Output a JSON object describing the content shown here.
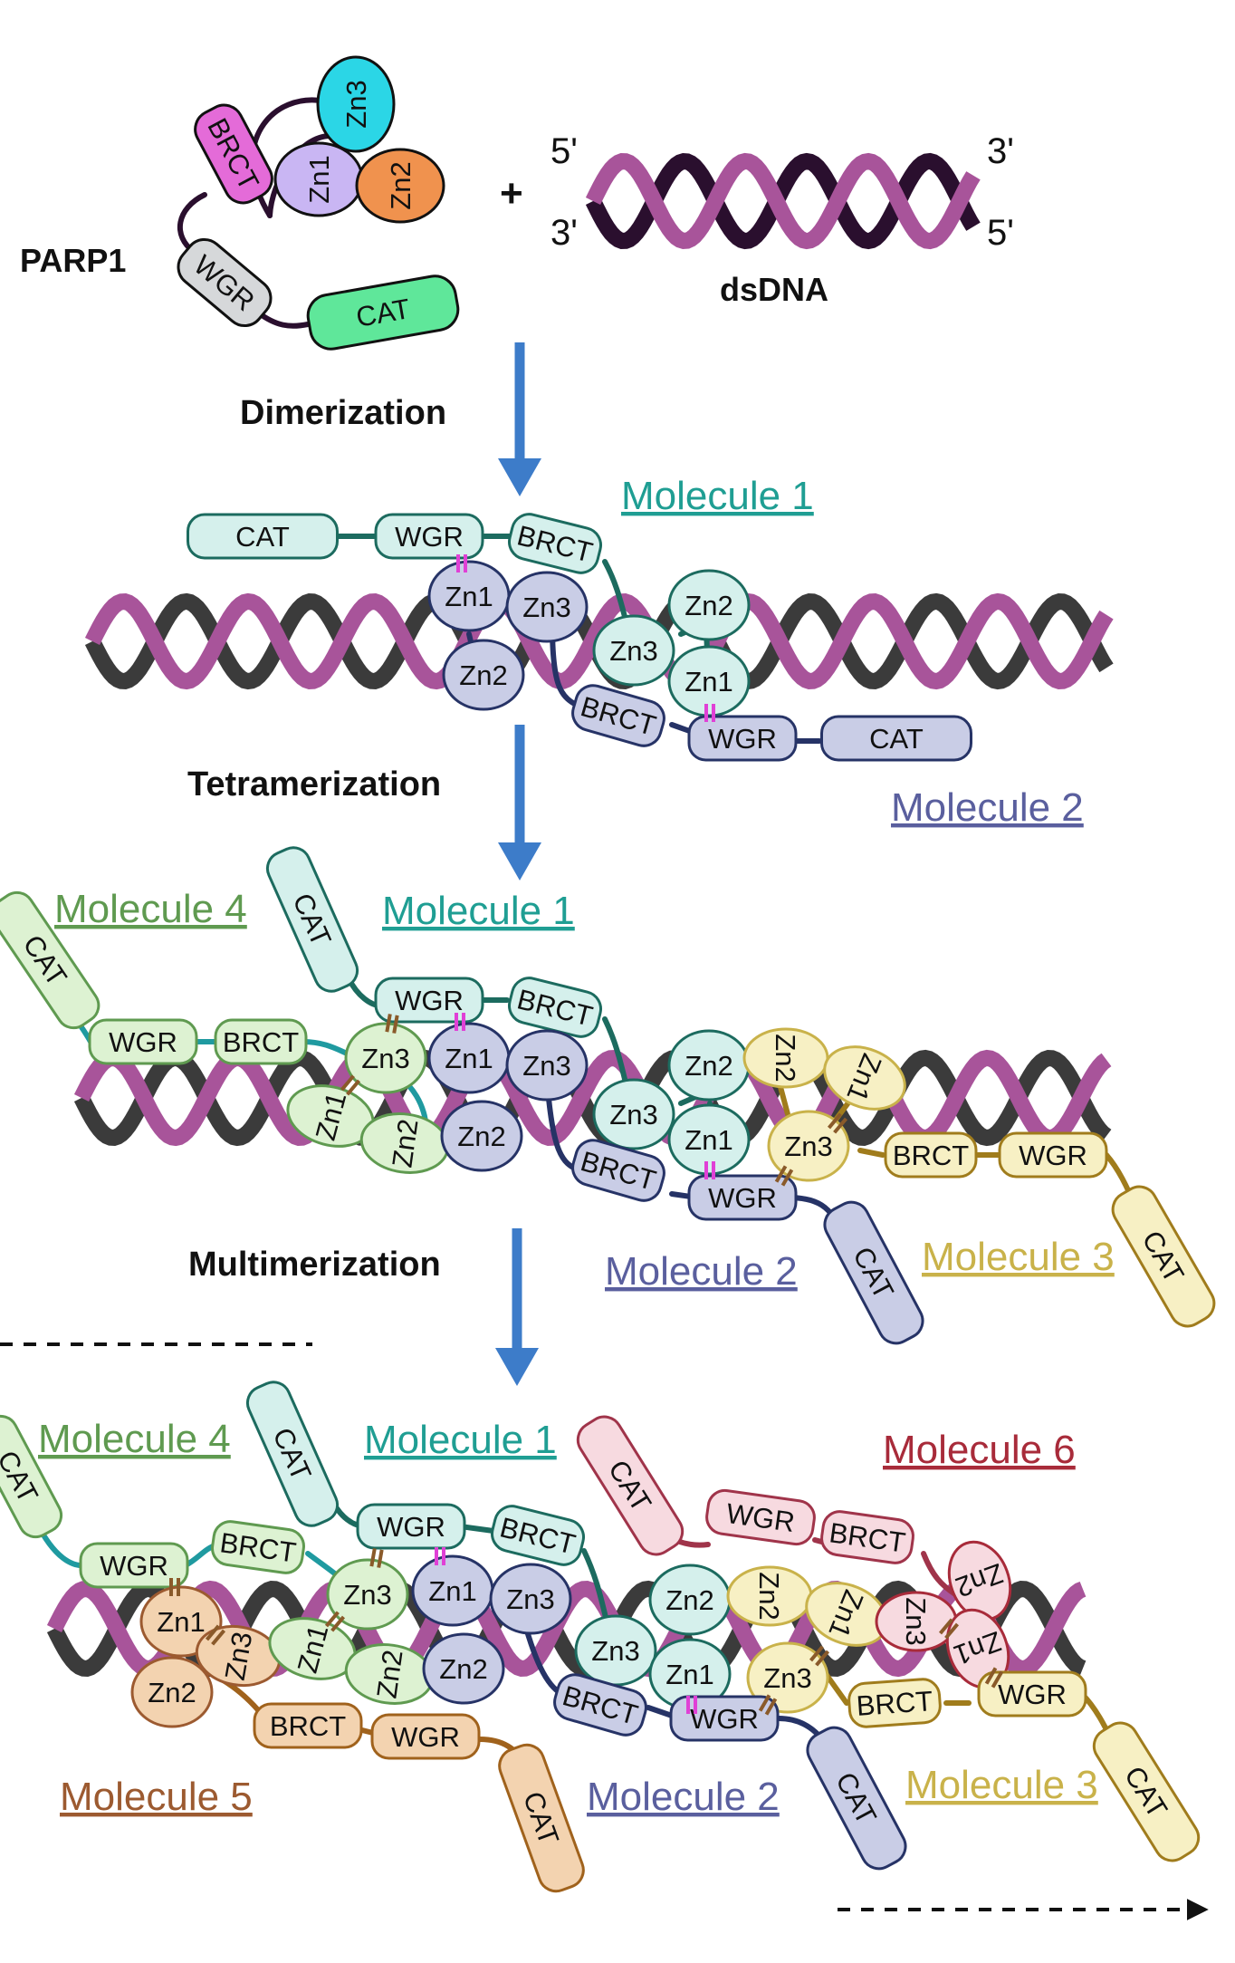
{
  "labels": {
    "parp1": "PARP1",
    "dsdna": "dsDNA",
    "plus": "+",
    "five_prime": "5'",
    "three_prime": "3'",
    "dimerization": "Dimerization",
    "tetramerization": "Tetramerization",
    "multimerization": "Multimerization"
  },
  "molecules": {
    "m1": "Molecule 1",
    "m2": "Molecule 2",
    "m3": "Molecule 3",
    "m4": "Molecule 4",
    "m5": "Molecule 5",
    "m6": "Molecule 6"
  },
  "domains": {
    "zn1": "Zn1",
    "zn2": "Zn2",
    "zn3": "Zn3",
    "brct": "BRCT",
    "wgr": "WGR",
    "cat": "CAT"
  },
  "colors": {
    "dna_magenta": "#a8549a",
    "dna_dark": "#2a0f2e",
    "dna_gray": "#3b3b3b",
    "arrow": "#3d7cc9",
    "m1": "#1f9e93",
    "m1_fill": "#d5f0ec",
    "m1_link": "#1c6b5f",
    "m2": "#5a5f9e",
    "m2_fill": "#c9cde6",
    "m2_link": "#263366",
    "m3": "#c9b24a",
    "m3_fill": "#f7f0c4",
    "m3_link": "#a07c1c",
    "m4": "#5f9a50",
    "m4_fill": "#ddf2d2",
    "m4_link": "#1f9aa0",
    "m5": "#9c5a30",
    "m5_fill": "#f3d3b0",
    "m5_link": "#a0621c",
    "m6": "#a82b3a",
    "m6_fill": "#f7dae0",
    "m6_link": "#a0344a",
    "zn3_top": "#2bd6e6",
    "zn1_top": "#c9b6f3",
    "zn2_top": "#f0924e",
    "brct_top": "#e46bd8",
    "wgr_top": "#d6d8da",
    "cat_top": "#5fe79a",
    "contact_pink": "#e040d6",
    "contact_brown": "#8a5a2a"
  }
}
